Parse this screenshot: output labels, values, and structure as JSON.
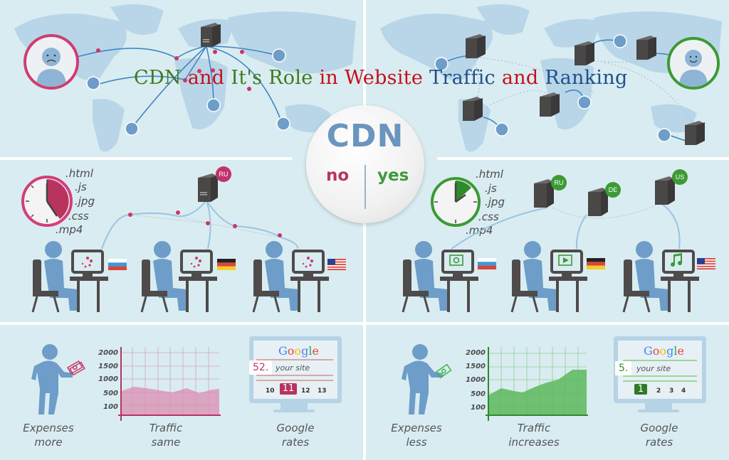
{
  "title": {
    "parts": [
      {
        "text": "CDN ",
        "color": "#3f7a1f"
      },
      {
        "text": "and ",
        "color": "#c3101b"
      },
      {
        "text": "It's Role ",
        "color": "#3f7a1f"
      },
      {
        "text": "in Website ",
        "color": "#c3101b"
      },
      {
        "text": "Traffic ",
        "color": "#1f4f8a"
      },
      {
        "text": "and ",
        "color": "#c3101b"
      },
      {
        "text": "Ranking",
        "color": "#1f4f8a"
      }
    ]
  },
  "center_badge": {
    "word": "CDN",
    "no_label": "no",
    "yes_label": "yes"
  },
  "colors": {
    "no_accent": "#c0346a",
    "yes_accent": "#3c9a34",
    "background": "#d9ecf1",
    "figure_blue": "#6d9dc8",
    "server_dark": "#4a4747"
  },
  "file_types": [
    ".html",
    ".js",
    ".jpg",
    ".css",
    ".mp4"
  ],
  "no_cdn": {
    "user_mood": "sad",
    "servers": [
      {
        "region": "RU"
      }
    ],
    "users": [
      {
        "flag": "ru",
        "screen_icon": "loading-spinner-icon"
      },
      {
        "flag": "de",
        "screen_icon": "loading-spinner-icon"
      },
      {
        "flag": "us",
        "screen_icon": "loading-spinner-icon"
      }
    ],
    "expenses": {
      "line1": "Expenses",
      "line2": "more"
    },
    "traffic": {
      "line1": "Traffic",
      "line2": "same"
    },
    "google": {
      "brand": "Google",
      "rank": "52.",
      "site_label": "your site",
      "pages": [
        "10",
        "11",
        "12",
        "13"
      ],
      "active_page": "11",
      "caption_line1": "Google",
      "caption_line2": "rates"
    }
  },
  "with_cdn": {
    "user_mood": "happy",
    "servers": [
      {
        "region": "RU"
      },
      {
        "region": "DE"
      },
      {
        "region": "US"
      }
    ],
    "users": [
      {
        "flag": "ru",
        "screen_icon": "image-icon"
      },
      {
        "flag": "de",
        "screen_icon": "video-icon"
      },
      {
        "flag": "us",
        "screen_icon": "music-note-icon"
      }
    ],
    "expenses": {
      "line1": "Expenses",
      "line2": "less"
    },
    "traffic": {
      "line1": "Traffic",
      "line2": "increases"
    },
    "google": {
      "brand": "Google",
      "rank": "5.",
      "site_label": "your site",
      "pages": [
        "1",
        "2",
        "3",
        "4"
      ],
      "active_page": "1",
      "caption_line1": "Google",
      "caption_line2": "rates"
    }
  },
  "chart_data": [
    {
      "type": "area",
      "title": "Traffic same",
      "xlabel": "",
      "ylabel": "",
      "y_ticks": [
        "2000",
        "1500",
        "1000",
        "500",
        "100"
      ],
      "x": [
        0,
        1,
        2,
        3,
        4,
        5,
        6,
        7,
        8
      ],
      "values": [
        450,
        600,
        560,
        480,
        430,
        520,
        420,
        540,
        580
      ],
      "ylim": [
        0,
        2000
      ],
      "grid": true,
      "color": "#d98db0"
    },
    {
      "type": "area",
      "title": "Traffic increases",
      "xlabel": "",
      "ylabel": "",
      "y_ticks": [
        "2000",
        "1500",
        "1000",
        "500",
        "100"
      ],
      "x": [
        0,
        1,
        2,
        3,
        4,
        5,
        6,
        7
      ],
      "values": [
        450,
        620,
        520,
        780,
        950,
        1050,
        1450,
        1450
      ],
      "ylim": [
        0,
        2000
      ],
      "grid": true,
      "color": "#5cb85c"
    }
  ]
}
